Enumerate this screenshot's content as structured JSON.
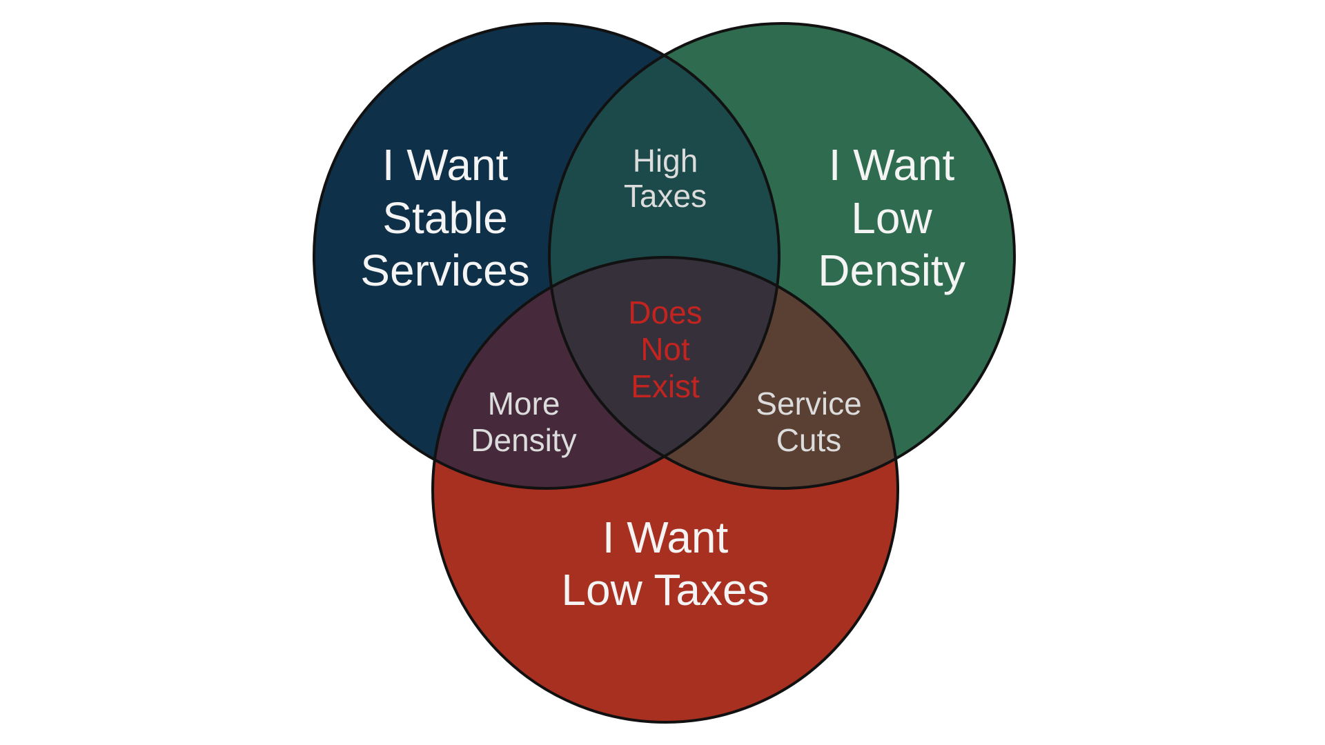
{
  "diagram": {
    "type": "venn",
    "sets": [
      {
        "id": "left",
        "lines": [
          "I Want",
          "Stable",
          "Services"
        ],
        "color": "#0f3049"
      },
      {
        "id": "right",
        "lines": [
          "I Want",
          "Low",
          "Density"
        ],
        "color": "#2e6b4f"
      },
      {
        "id": "bottom",
        "lines": [
          "I Want",
          "Low Taxes"
        ],
        "color": "#a83020"
      }
    ],
    "intersections": {
      "left_right": {
        "lines": [
          "High",
          "Taxes"
        ],
        "color": "#1c4a4a"
      },
      "left_bottom": {
        "lines": [
          "More",
          "Density"
        ],
        "color": "#46293a"
      },
      "right_bottom": {
        "lines": [
          "Service",
          "Cuts"
        ],
        "color": "#5a3f33"
      },
      "all": {
        "lines": [
          "Does",
          "Not",
          "Exist"
        ],
        "color": "#35303a",
        "text_color": "#c42420"
      }
    },
    "outline_color": "#111111"
  }
}
